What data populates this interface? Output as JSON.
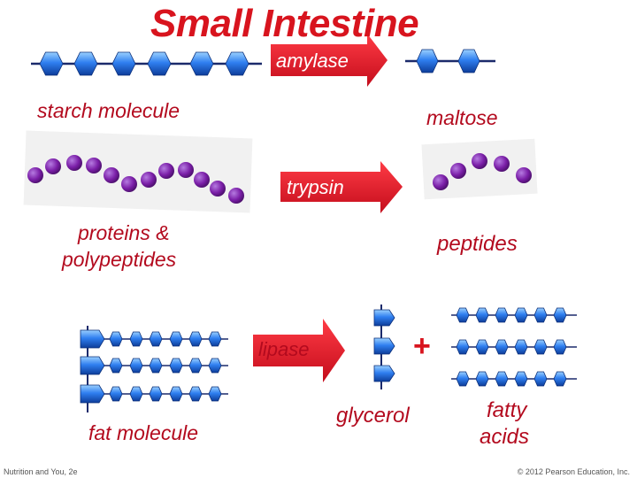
{
  "title": "Small Intestine",
  "enzymes": {
    "amylase": "amylase",
    "trypsin": "trypsin",
    "lipase": "lipase"
  },
  "labels": {
    "starch": "starch molecule",
    "maltose": "maltose",
    "proteins_line1": "proteins &",
    "proteins_line2": "polypeptides",
    "peptides": "peptides",
    "fat": "fat molecule",
    "glycerol": "glycerol",
    "fatty_line1": "fatty",
    "fatty_line2": "acids",
    "plus": "+"
  },
  "footer": {
    "left": "Nutrition and You, 2e",
    "right": "© 2012 Pearson Education, Inc."
  },
  "colors": {
    "title": "#d8141e",
    "label": "#b30a1e",
    "arrow": "#e3182a",
    "hexagon": "#2a78ee",
    "bead": "#7b1fa8",
    "chain_line": "#1b2a6b"
  }
}
